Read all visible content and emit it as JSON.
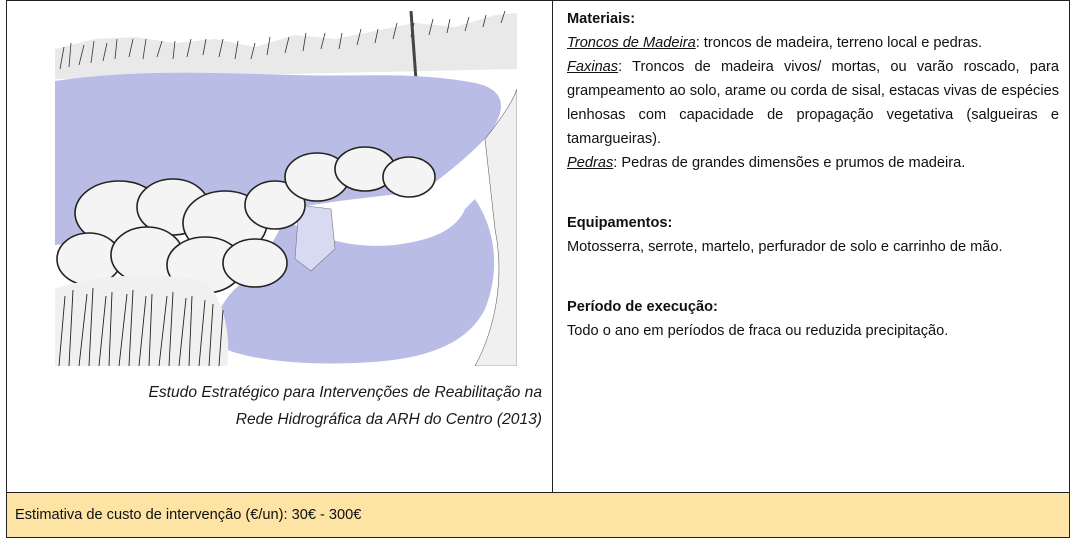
{
  "figure": {
    "name": "river-rehabilitation-illustration",
    "water_color": "#b9bde6",
    "caption_line1": "Estudo Estratégico para Intervenções de Reabilitação na",
    "caption_line2": "Rede Hidrográfica da ARH do Centro (2013)"
  },
  "materials": {
    "heading": "Materiais:",
    "items": [
      {
        "term": "Troncos de Madeira",
        "text": ": troncos de madeira, terreno local e pedras."
      },
      {
        "term": "Faxinas",
        "text": ": Troncos de madeira vivos/ mortas, ou varão roscado, para grampeamento ao solo, arame ou corda de sisal, estacas vivas de espécies lenhosas com capacidade de propagação vegetativa (salgueiras e tamargueiras)."
      },
      {
        "term": "Pedras",
        "text": ": Pedras de grandes dimensões e prumos de madeira."
      }
    ]
  },
  "equipment": {
    "heading": "Equipamentos:",
    "text": "Motosserra, serrote, martelo, perfurador de solo e carrinho de mão."
  },
  "period": {
    "heading": "Período de execução:",
    "text": "Todo o ano em períodos de fraca ou reduzida precipitação."
  },
  "cost": {
    "text": "Estimativa de custo de intervenção (€/un): 30€ - 300€",
    "background": "#fde4a4"
  }
}
